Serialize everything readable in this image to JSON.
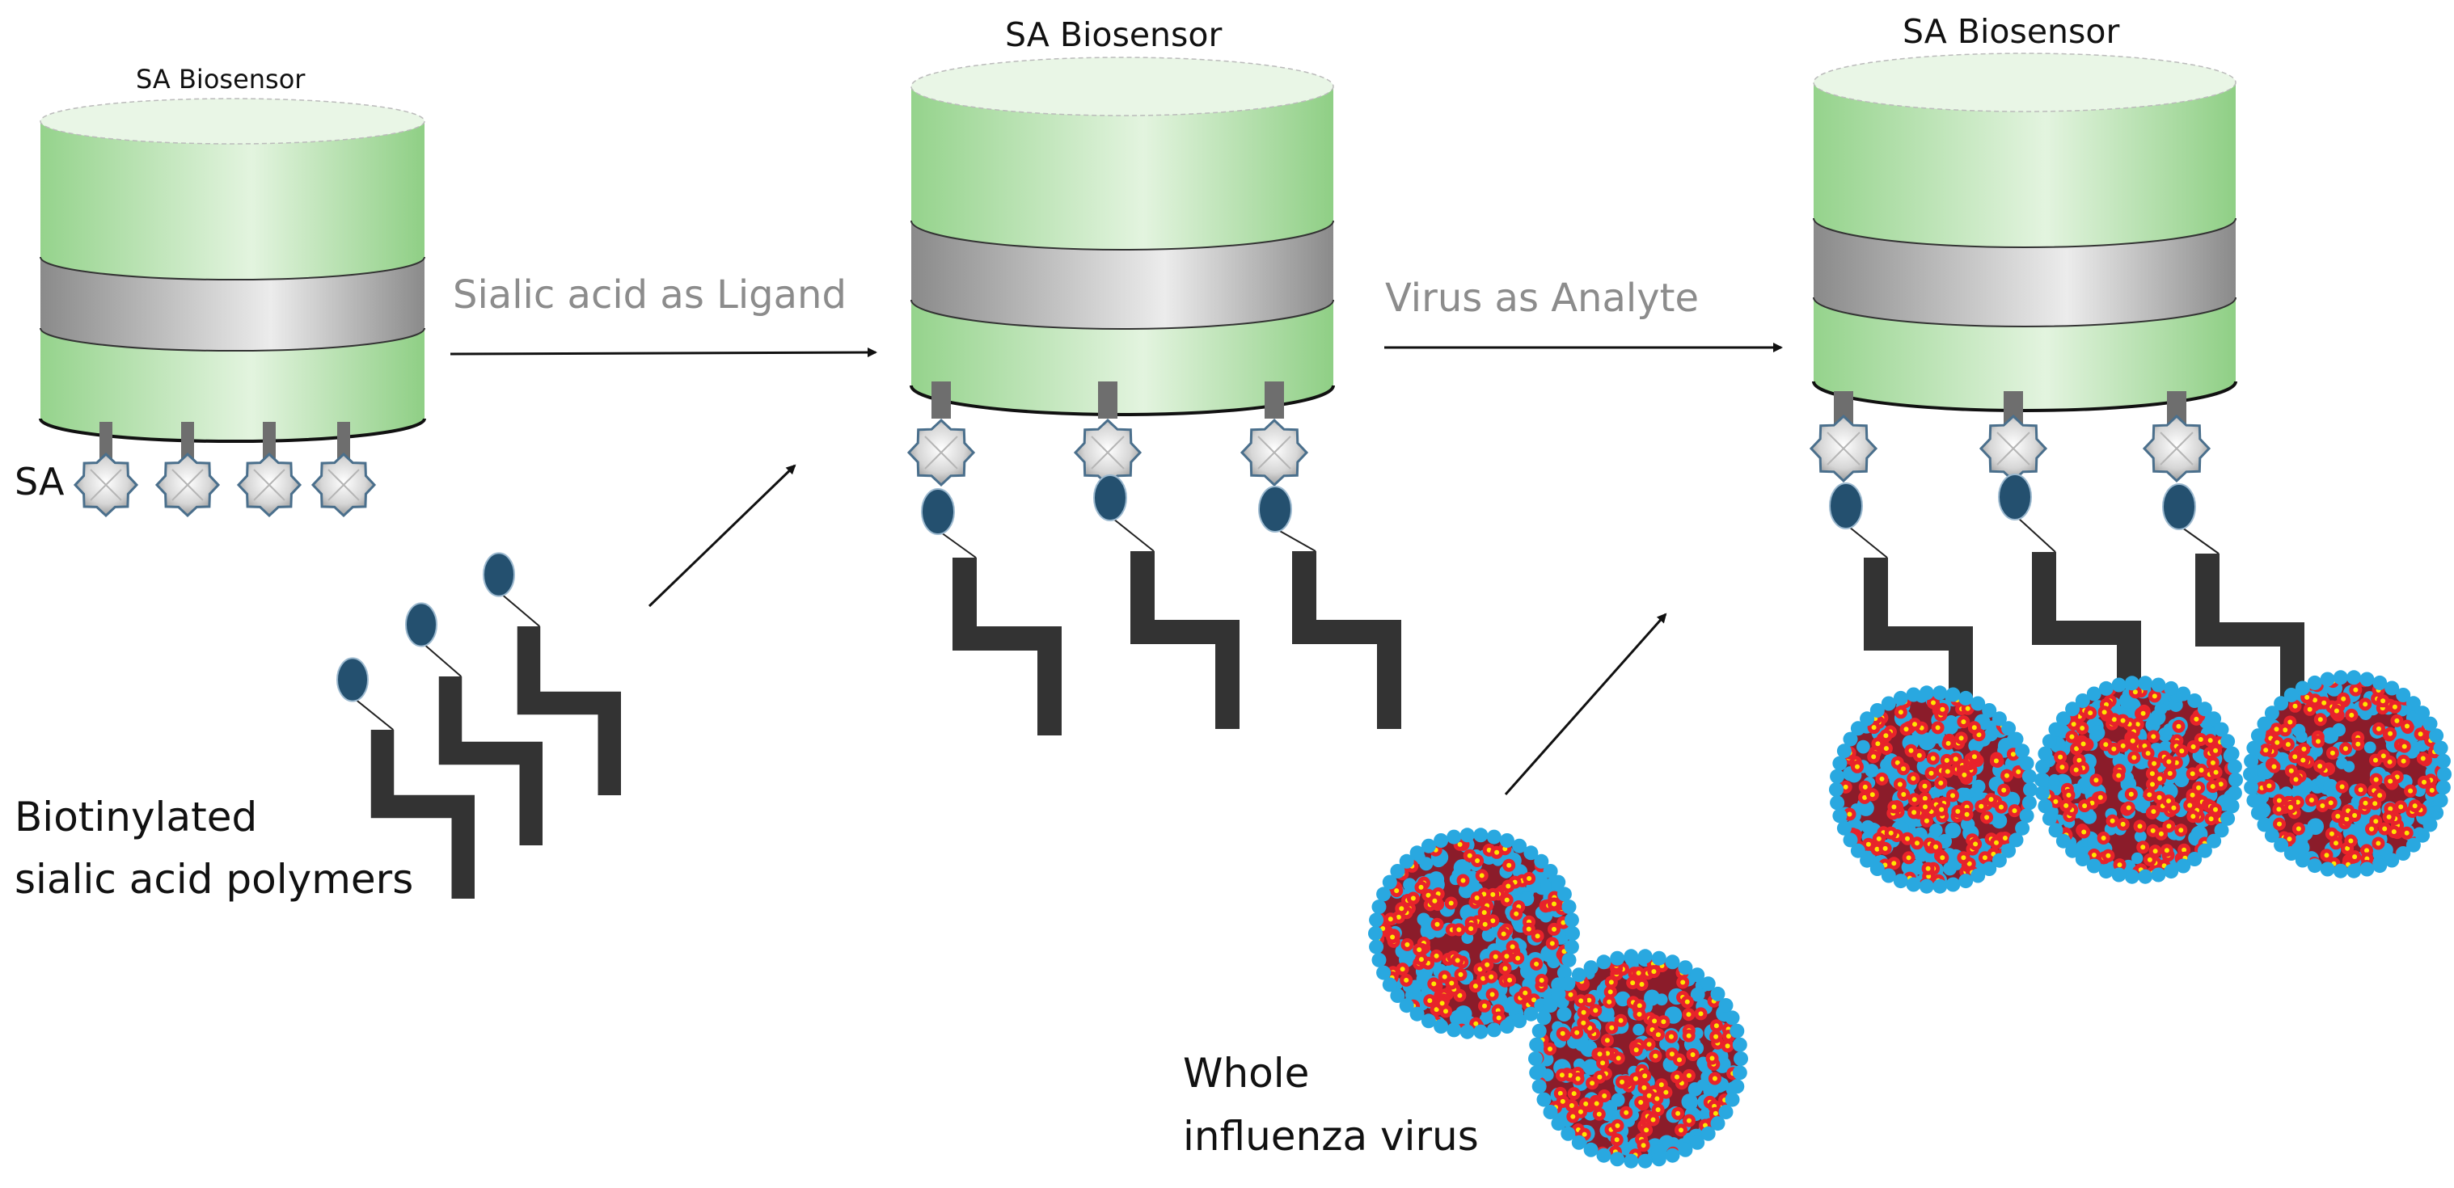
{
  "sensors": [
    {
      "title": "SA Biosensor"
    },
    {
      "title": "SA Biosensor"
    },
    {
      "title": "SA Biosensor"
    }
  ],
  "labels": {
    "sa": "SA",
    "step1": "Sialic acid as Ligand",
    "step2": "Virus as Analyte",
    "polymers_line1": "Biotinylated",
    "polymers_line2": "sialic acid polymers",
    "virus_line1": "Whole",
    "virus_line2": "influenza virus"
  },
  "colors": {
    "cylinder_green": "#a9dca0",
    "band_grey": "#9a9a9a",
    "streptavidin": "#d8d8d8",
    "biotin": "#24506f",
    "polymer": "#333333",
    "virus_red": "#e8232b",
    "virus_blue": "#29a8e0",
    "virus_yellow": "#ffe600",
    "step_label_grey": "#8c8c8c"
  },
  "icons": {
    "streptavidin": "octagon-star-icon",
    "biotin": "oval-icon",
    "polymer": "zigzag-chain-icon",
    "virus": "spotted-sphere-icon",
    "arrow": "arrow-right-icon"
  }
}
